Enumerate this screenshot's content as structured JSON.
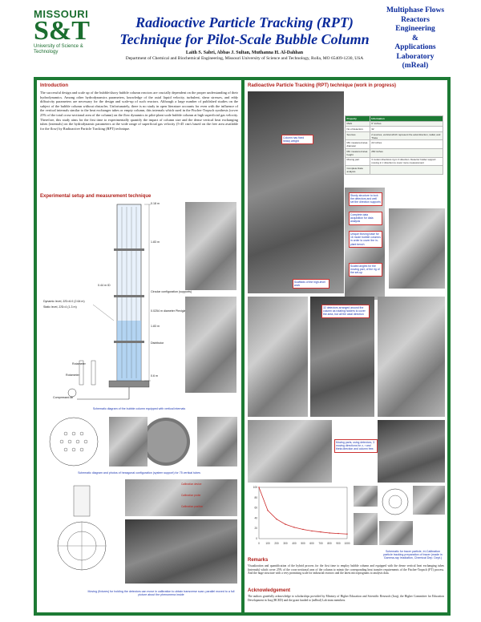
{
  "header": {
    "logo_name": "MISSOURI",
    "logo_mark": "S&T",
    "logo_sub": "University of Science & Technology",
    "title_line1": "Radioactive Particle Tracking (RPT)",
    "title_line2": "Technique for Pilot-Scale Bubble Column",
    "authors": "Laith S. Sabri, Abbas J. Sultan, Muthanna H. Al-Dahhan",
    "affiliation": "Department of Chemical and Biochemical Engineering, Missouri University of Science and Technology, Rolla, MO 65409-1230, USA",
    "lab": [
      "Multiphase Flows",
      "Reactors",
      "Engineering",
      "&",
      "Applications",
      "Laboratory",
      "(mReal)"
    ]
  },
  "introduction": {
    "heading": "Introduction",
    "text": "The successful design and scale up of the bubble/slurry bubble column reactors are crucially dependent on the proper understanding of their hydrodynamics. Among other hydrodynamics parameters, knowledge of the axial liquid velocity, turbulent, shear stresses, and eddy diffusivity parameters are necessary for the design and scale-up of such reactors. Although a large number of published studies on the subject of the bubble column without obstacles. Unfortunately, there is no study in open literature accounts for even with the influence of the vertical internals similar to the heat exchanger tubes or empty column, this internals which used in the Fischer-Tropsch synthesis (cover 25% of the total cross-sectional area of the column) on the flow dynamics in pilot-plant scale bubble column at high superficial gas velocity. Therefore, this study aims for the first time to experimentally quantify the impact of column size and the dense vertical heat exchanging tubes (internals) on the hydrodynamic parameters at the wide range of superficial gas velocity (5-45 cm/s based on the free area available for the flow) by Radioactive Particle Tracking (RPT) technique."
  },
  "experimental": {
    "heading": "Experimental setup and measurement technique",
    "diagram_labels": {
      "top_dim": "0.18 m",
      "dim1": "1.83 m",
      "dim2": "0.44 m ID",
      "dim3": "1.83 m",
      "dim4": "0.6 m",
      "circular": "Circular configuration (supports)",
      "dynamic_level": "Dynamic level, Z/D=6.0 (2.64 m)",
      "static_level": "Static level, Z/D=4 (1.3 m)",
      "tubes": "0.0254 m diameter Plexiglas internals",
      "distributor": "Distributor",
      "rotameter1": "Rotameter",
      "rotameter2": "Rotameter",
      "compressor": "Compressed air"
    },
    "caption1": "Schematic diagram of the bubble column equipped with vertical internals",
    "caption2": "Schematic diagram and photos of hexagonal configuration (system support) for 75 vertical tubes",
    "caption3": "Moving (fixtures) for holding the detectors can move in calibration to obtain transverse scan; parallel moved to a full picture about the phenomena inside",
    "photo_labels": [
      "Calibration device",
      "Calibration probe",
      "Calibration position"
    ]
  },
  "rpt": {
    "heading": "Radioactive Particle Tracking (RPT) technique (work in progress)",
    "spec_table": [
      [
        "Property",
        "Information"
      ],
      [
        "Mark",
        "6\" inches"
      ],
      [
        "No of detectors",
        "32"
      ],
      [
        "Sources",
        "2 sources, vertical which represent the axial direction, radial, and Theta"
      ],
      [
        "Min measured area diameter",
        "22 inches"
      ],
      [
        "Min measured area height",
        "260 inches"
      ],
      [
        "Moving part",
        "3 motion directions rig in 3 direction. Detector holder support moving in z direction to cover more measurement"
      ],
      [
        "Complete Data analysis",
        ""
      ]
    ],
    "annotations": [
      "Column has fixed heavy weight",
      "Sturdy structure to lock the detectors and well set the direction supports",
      "Complete data acquisition for data analysis",
      "Unique Moving base for 16 mode bubble columns in order to cover the in-plant bench",
      "Scaled angles for the moving part, of the rig of the set-up",
      "Scaffolds of the high-level work",
      "32 detectors arranged around the column as rotating holders to cover the area, but all the axial direction",
      "Moving parts, using detectors, 3 moving directions for z, r and theta direction and column free."
    ],
    "caption_right": "Schematic for tracer particle, tri-Calibration particle tracking preparation of tracer (made in Gamma-ray Irradiation, Chemical Dep. Dept.)"
  },
  "remarks": {
    "heading": "Remarks",
    "text": "Visualization and quantification of the hybrid process for the first time to employ bubble column and equipped with the dense vertical heat exchanging tubes (internals) which cover 25% of the cross-sectional area of the column to mimic the corresponding heat transfer requirements of the Fischer-Tropsch (FT) process. And the huge structure with a very promising scale for industrial reactors and the latest microprograms to analysis data."
  },
  "acknowledgement": {
    "heading": "Acknowledgement",
    "text": "The authors gratefully acknowledge to scholarships provided by Ministry of Higher Education and Scientific Research (Iraq), the Higher Committee for Education Development in Iraq (HCED) and the grant funded to (mReal) Lab team members."
  },
  "chart_data": {
    "type": "line",
    "x": [
      0,
      100,
      200,
      300,
      400,
      500,
      600,
      700,
      800,
      900,
      1000
    ],
    "values": [
      100,
      55,
      38,
      28,
      22,
      18,
      15,
      13,
      11,
      10,
      9
    ],
    "xticks": [
      "0",
      "100",
      "200",
      "300",
      "400",
      "500",
      "600",
      "700",
      "800",
      "900",
      "1000"
    ],
    "yticks": [
      "0",
      "20",
      "40",
      "60",
      "80",
      "100"
    ],
    "xlim": [
      0,
      1000
    ],
    "ylim": [
      0,
      100
    ],
    "color": "#cc2a2a"
  },
  "colors": {
    "frame": "#1d7a34",
    "title": "#0a2a9b",
    "heading": "#b0201a"
  }
}
